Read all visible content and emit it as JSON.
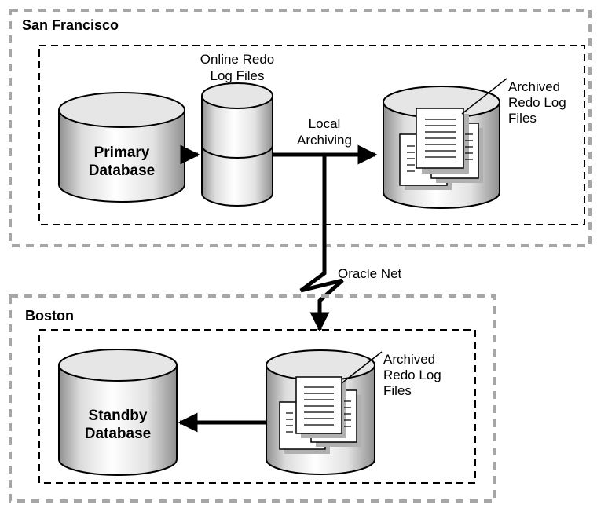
{
  "sites": {
    "primary_site": "San Francisco",
    "standby_site": "Boston"
  },
  "components": {
    "primary_db": [
      "Primary",
      "Database"
    ],
    "online_redo": [
      "Online Redo",
      "Log Files"
    ],
    "archived_redo_primary": [
      "Archived",
      "Redo Log",
      "Files"
    ],
    "archived_redo_standby": [
      "Archived",
      "Redo Log",
      "Files"
    ],
    "standby_db": [
      "Standby",
      "Database"
    ]
  },
  "connections": {
    "local_archiving": [
      "Local",
      "Archiving"
    ],
    "oracle_net": "Oracle Net"
  },
  "colors": {
    "site_border": "#a6a6a6",
    "zone_border": "#000000",
    "cylinder_fill_light": "#ffffff",
    "cylinder_fill_mid": "#e2e2e2",
    "cylinder_fill_dark": "#8f8f8f",
    "doc_shadow": "#b0b0b0",
    "line": "#000000"
  }
}
